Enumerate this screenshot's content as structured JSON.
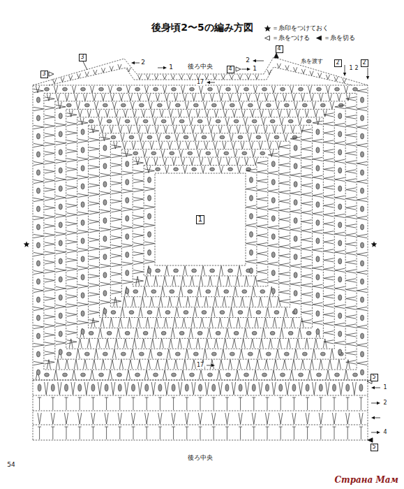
{
  "diagram": {
    "title": "後身頃2〜5の編み方図",
    "nodes": [
      {
        "text": [
          "1"
        ]
      },
      {
        "text": [
          "3"
        ]
      },
      {
        "text": [
          "3"
        ]
      },
      {
        "text": [
          "4"
        ]
      },
      {
        "text": [
          "4"
        ]
      },
      {
        "text": [
          "2"
        ]
      },
      {
        "text": [
          "2"
        ]
      },
      {
        "text": [
          "5"
        ]
      },
      {
        "text": [
          "5"
        ]
      }
    ],
    "labels": [
      "後ろ中央",
      "2",
      "1",
      "2",
      "1",
      "糸を渡す",
      "1",
      "2",
      "17",
      "17",
      "1",
      "2",
      "4",
      "後ろ中央",
      "54",
      "Страна Мам"
    ],
    "legend": [
      {
        "text": "＝糸印をつけておく"
      },
      {
        "text": "＝糸をつける"
      },
      {
        "text": "＝糸を切る"
      }
    ]
  }
}
